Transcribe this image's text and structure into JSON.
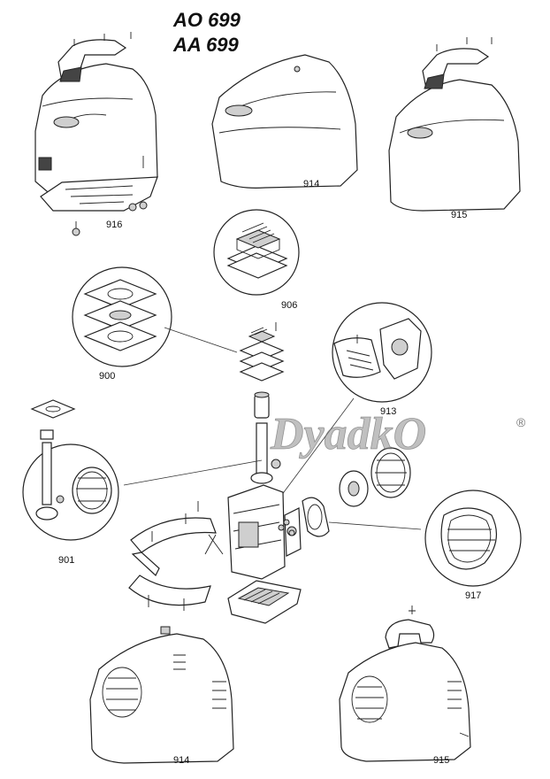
{
  "titles": [
    "AO 699",
    "AA 699"
  ],
  "watermark": {
    "text": "DyadkO",
    "mark": "®"
  },
  "callouts": {
    "c916": "916",
    "c914_top": "914",
    "c915_top": "915",
    "c906": "906",
    "c900": "900",
    "c913": "913",
    "c901": "901",
    "c917": "917",
    "c914_bottom": "914",
    "c915_bottom": "915"
  },
  "colors": {
    "line": "#222222",
    "shade": "#cfcfcf",
    "watermark": "#8c8c8c"
  }
}
